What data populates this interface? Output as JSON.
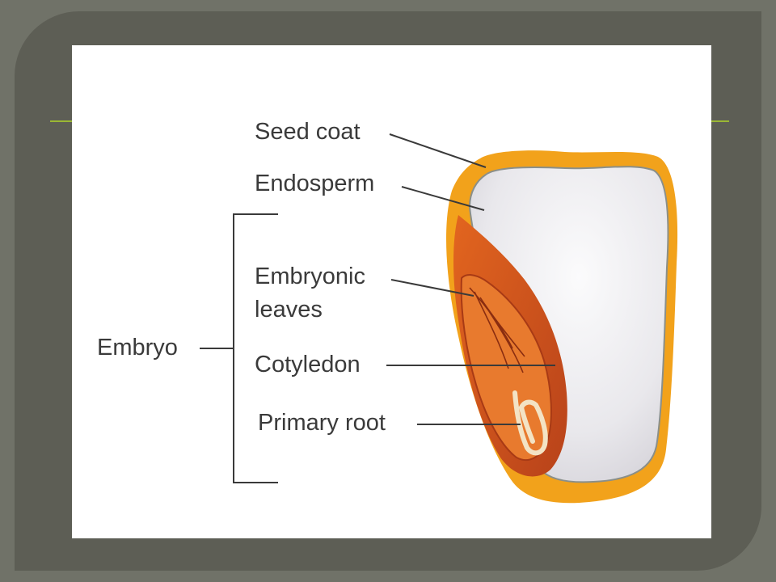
{
  "diagram": {
    "labels": {
      "seed_coat": "Seed coat",
      "endosperm": "Endosperm",
      "embryonic_leaves_line1": "Embryonic",
      "embryonic_leaves_line2": "leaves",
      "cotyledon": "Cotyledon",
      "primary_root": "Primary root",
      "embryo": "Embryo"
    },
    "colors": {
      "slide_background": "#5d5e55",
      "outer_background": "#707268",
      "accent_line": "#9ab734",
      "seed_coat": "#f2a21b",
      "endosperm": "#ecebee",
      "embryo": "#d9581f",
      "label_text": "#3a3a3a"
    }
  }
}
